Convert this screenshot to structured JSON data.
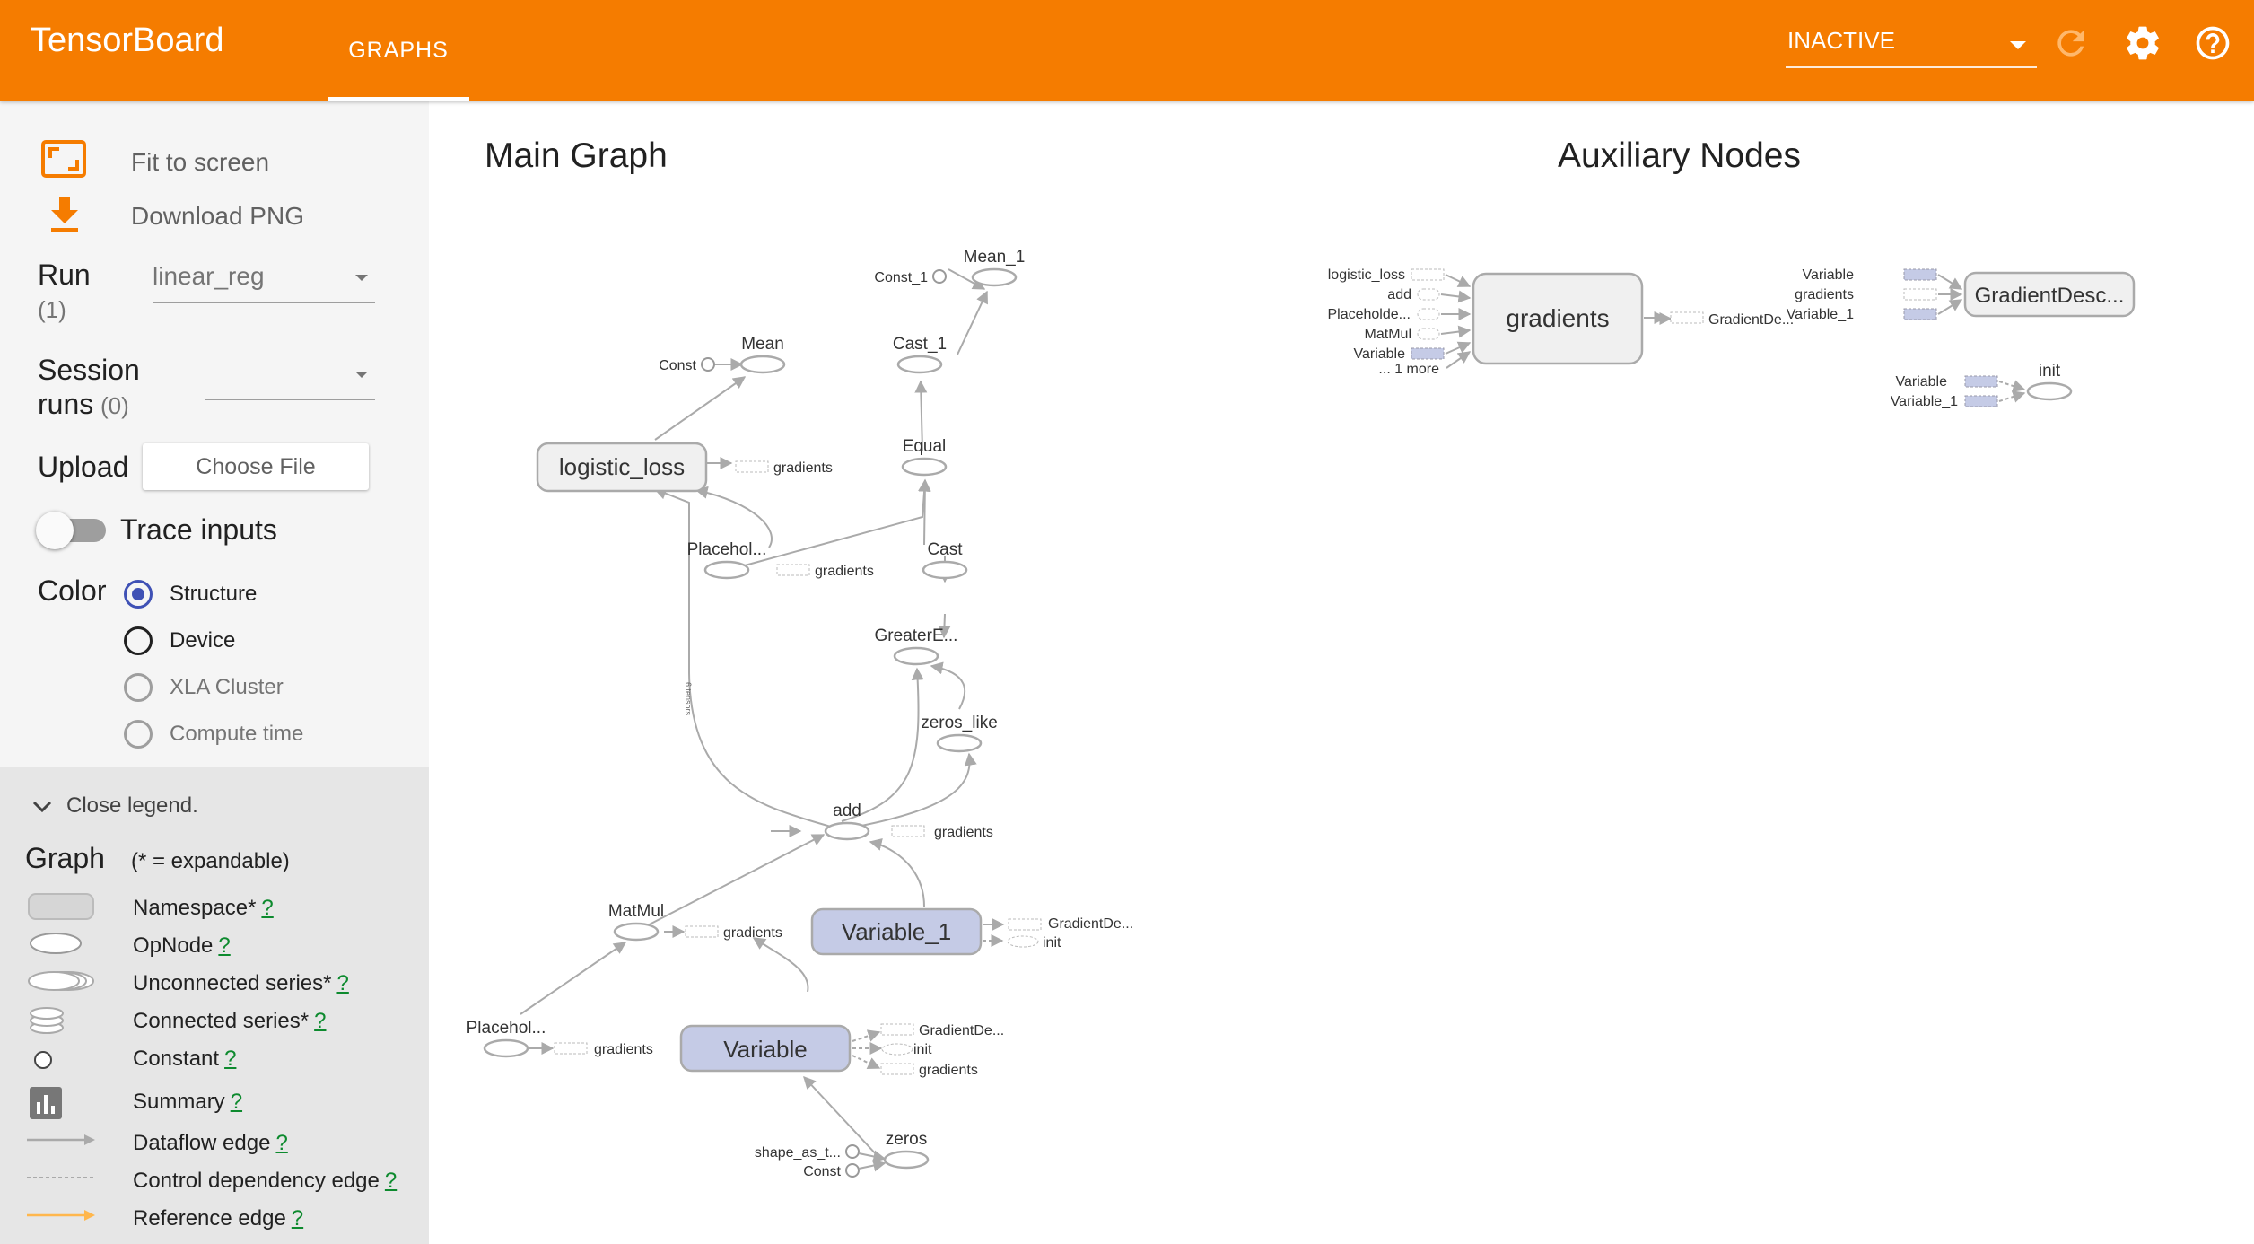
{
  "header": {
    "brand": "TensorBoard",
    "tab": "GRAPHS",
    "run_status": "INACTIVE",
    "icons": [
      "refresh-icon",
      "settings-icon",
      "help-icon"
    ],
    "accent_color": "#f57c00"
  },
  "controls": {
    "fit_to_screen": "Fit to screen",
    "download_png": "Download PNG",
    "run_label": "Run",
    "run_count": "(1)",
    "run_value": "linear_reg",
    "session_label_1": "Session",
    "session_label_2": "runs",
    "session_count": "(0)",
    "session_value": "",
    "upload_label": "Upload",
    "choose_file": "Choose File",
    "trace_inputs": "Trace inputs",
    "trace_inputs_on": false,
    "color_label": "Color",
    "color_options": [
      "Structure",
      "Device",
      "XLA Cluster",
      "Compute time"
    ],
    "color_selected": "Structure"
  },
  "legend": {
    "toggle": "Close legend.",
    "graph_label": "Graph",
    "graph_note": "(* = expandable)",
    "q": "?",
    "items": [
      "Namespace*",
      "OpNode",
      "Unconnected series*",
      "Connected series*",
      "Constant",
      "Summary",
      "Dataflow edge",
      "Control dependency edge",
      "Reference edge"
    ]
  },
  "main_graph": {
    "title": "Main Graph",
    "namespaces": [
      "logistic_loss",
      "Variable_1",
      "Variable"
    ],
    "ops": [
      "Mean_1",
      "Const_1",
      "Mean",
      "Const",
      "Cast_1",
      "Equal",
      "Placehol...",
      "Cast",
      "GreaterE...",
      "zeros_like",
      "add",
      "MatMul",
      "Placehol...",
      "zeros",
      "shape_as_t...",
      "Const"
    ],
    "aux_labels": {
      "gradients": "gradients",
      "gradient_de": "GradientDe...",
      "init": "init"
    },
    "edge_labels": {
      "tensors": "6 tensors"
    }
  },
  "aux_graph": {
    "title": "Auxiliary Nodes",
    "gradients_node": "gradients",
    "gradients_inputs": [
      "logistic_loss",
      "add",
      "Placeholde...",
      "MatMul",
      "Variable",
      "... 1 more"
    ],
    "gradients_output": "GradientDe...",
    "gd_node": "GradientDesc...",
    "gd_inputs": [
      "Variable",
      "gradients",
      "Variable_1"
    ],
    "init_node": "init",
    "init_inputs": [
      "Variable",
      "Variable_1"
    ]
  }
}
